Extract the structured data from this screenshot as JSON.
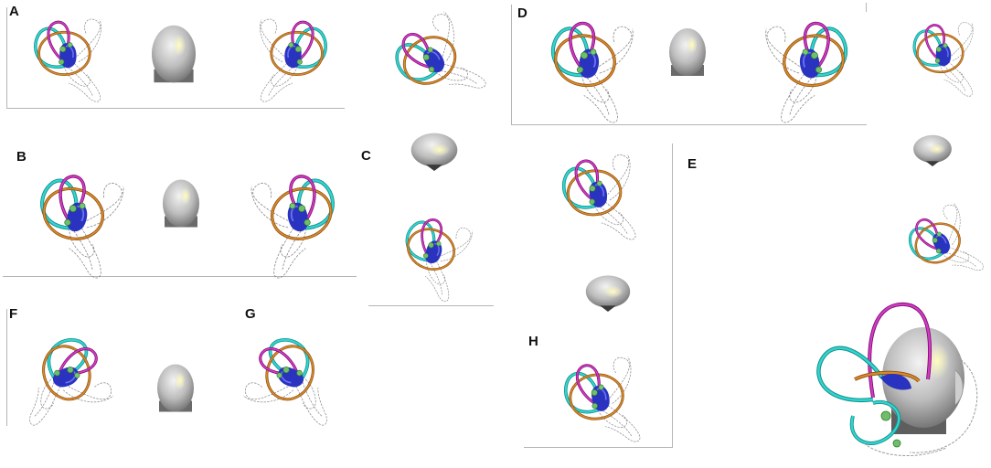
{
  "figure": {
    "panels": [
      {
        "id": "A",
        "label": "A"
      },
      {
        "id": "B",
        "label": "B"
      },
      {
        "id": "C",
        "label": "C"
      },
      {
        "id": "D",
        "label": "D"
      },
      {
        "id": "E",
        "label": "E"
      },
      {
        "id": "F",
        "label": "F"
      },
      {
        "id": "G",
        "label": "G"
      },
      {
        "id": "H",
        "label": "H"
      }
    ],
    "colors": {
      "anterior_canal": "#c21fb4",
      "posterior_canal": "#27c4c0",
      "lateral_canal": "#c77a20",
      "vestibule": "#2b35c4",
      "otoconia": "#6fbf6a",
      "cochlea_outline": "#8a8a8a",
      "head": "#a9a9a9",
      "head_highlight": "#f6f2a0"
    }
  }
}
